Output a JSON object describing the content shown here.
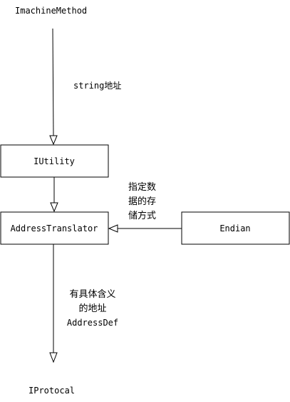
{
  "nodes": {
    "imachine_method": "ImachineMethod",
    "iutility": "IUtility",
    "address_translator": "AddressTranslator",
    "endian": "Endian",
    "iprotocal": "IProtocal"
  },
  "edges": {
    "string_address": "string地址",
    "endian_label": [
      "指定数",
      "据的存",
      "储方式"
    ],
    "address_def_label": [
      "有具体含义",
      "的地址",
      "AddressDef"
    ]
  }
}
